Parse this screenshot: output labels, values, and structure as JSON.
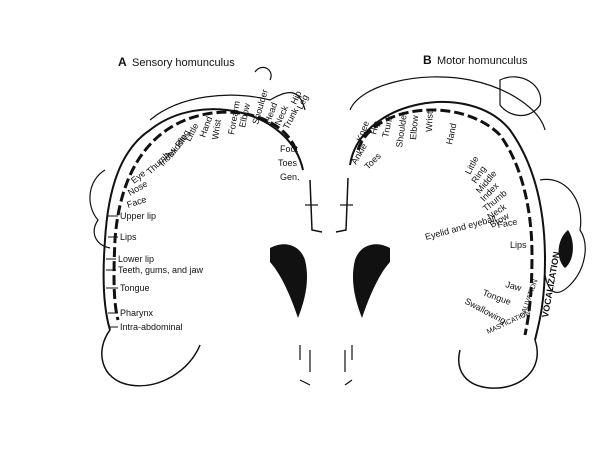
{
  "panels": {
    "sensory": {
      "letter": "A",
      "title": "Sensory homunculus",
      "arc_labels": [
        "Trunk",
        "Neck",
        "Head",
        "Shoulder",
        "Elbow",
        "Forearm",
        "Wrist",
        "Hand",
        "Little",
        "Ring",
        "Middle",
        "Index",
        "Thumb",
        "Eye",
        "Nose",
        "Face"
      ],
      "lateral_labels": [
        "Upper lip",
        "Lips",
        "Lower lip",
        "Teeth, gums, and jaw",
        "Tongue",
        "Pharynx",
        "Intra-abdominal"
      ],
      "medial_labels": [
        "Hip",
        "Leg",
        "Foot",
        "Toes",
        "Gen."
      ]
    },
    "motor": {
      "letter": "B",
      "title": "Motor homunculus",
      "arc_labels": [
        "Hip",
        "Trunk",
        "Shoulder",
        "Elbow",
        "Wrist",
        "Hand",
        "Little",
        "Ring",
        "Middle",
        "Index",
        "Thumb",
        "Neck",
        "Brow"
      ],
      "medial_labels": [
        "Knee",
        "Ankle",
        "Toes"
      ],
      "lateral_labels": [
        "Eyelid and eyeball",
        "Face",
        "Lips",
        "Jaw",
        "Tongue",
        "Swallowing"
      ],
      "rotated_labels": [
        "VOCALIZATION",
        "SALIVATION",
        "MASTICATION"
      ]
    }
  },
  "colors": {
    "ink": "#111111",
    "background": "#ffffff"
  }
}
